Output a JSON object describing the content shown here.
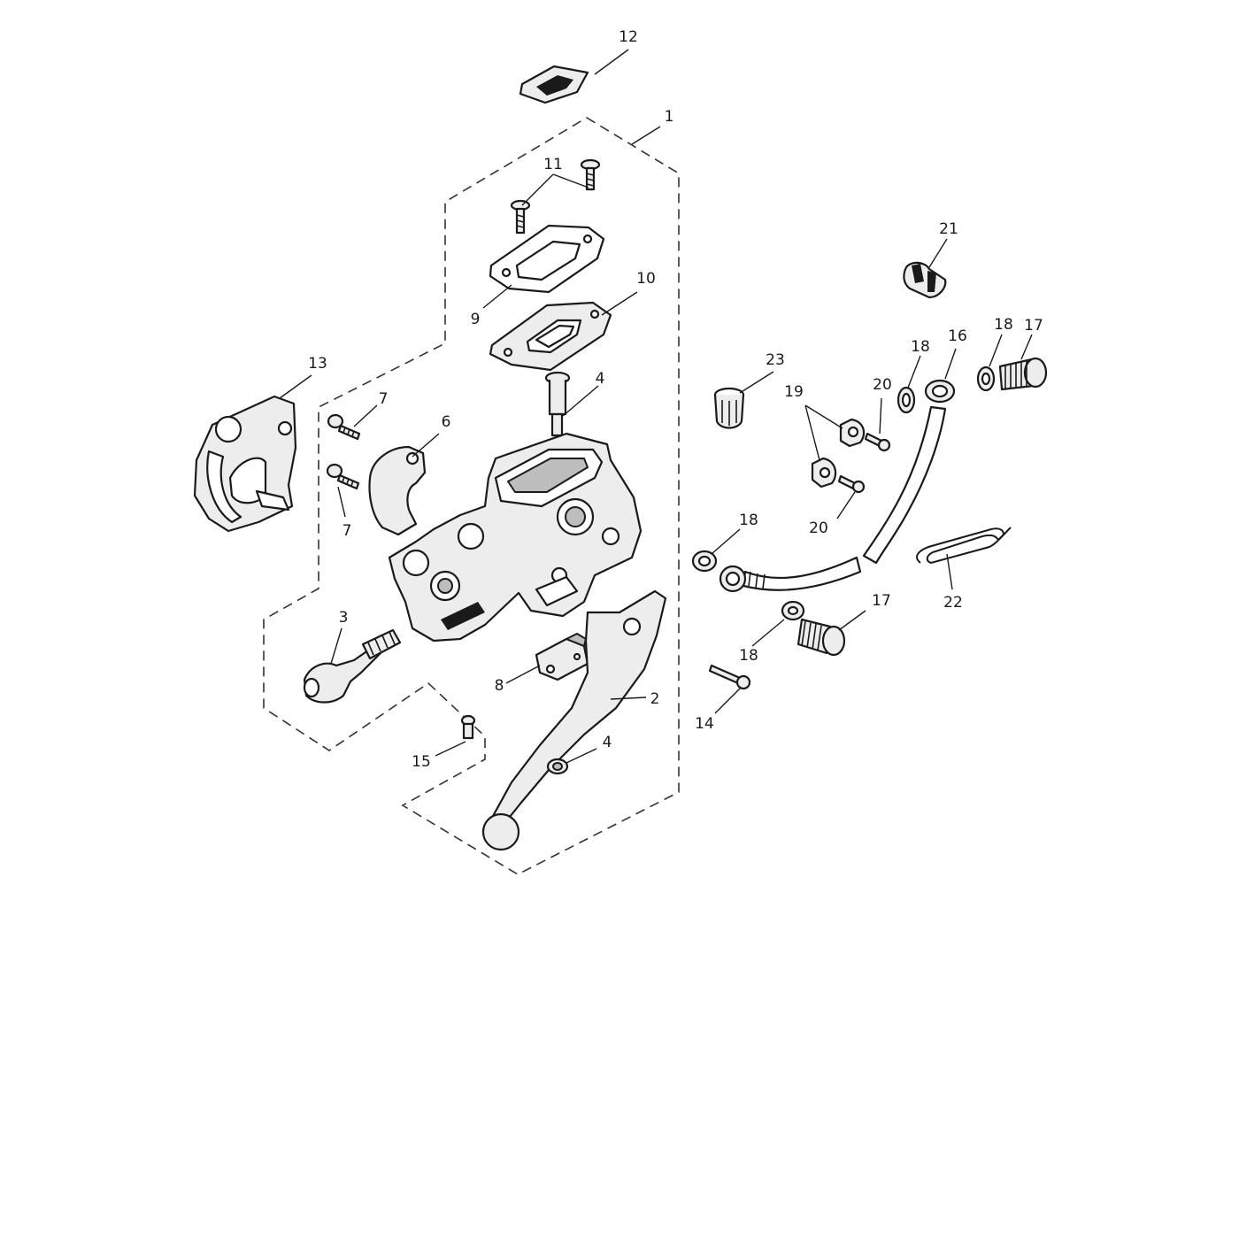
{
  "callouts": [
    {
      "id": "c1",
      "label": "1"
    },
    {
      "id": "c2",
      "label": "2"
    },
    {
      "id": "c3",
      "label": "3"
    },
    {
      "id": "c4a",
      "label": "4"
    },
    {
      "id": "c4b",
      "label": "4"
    },
    {
      "id": "c6",
      "label": "6"
    },
    {
      "id": "c7a",
      "label": "7"
    },
    {
      "id": "c7b",
      "label": "7"
    },
    {
      "id": "c8",
      "label": "8"
    },
    {
      "id": "c9",
      "label": "9"
    },
    {
      "id": "c10",
      "label": "10"
    },
    {
      "id": "c11",
      "label": "11"
    },
    {
      "id": "c12",
      "label": "12"
    },
    {
      "id": "c13",
      "label": "13"
    },
    {
      "id": "c14",
      "label": "14"
    },
    {
      "id": "c15",
      "label": "15"
    },
    {
      "id": "c16",
      "label": "16"
    },
    {
      "id": "c17a",
      "label": "17"
    },
    {
      "id": "c17b",
      "label": "17"
    },
    {
      "id": "c18a",
      "label": "18"
    },
    {
      "id": "c18b",
      "label": "18"
    },
    {
      "id": "c18c",
      "label": "18"
    },
    {
      "id": "c18d",
      "label": "18"
    },
    {
      "id": "c19",
      "label": "19"
    },
    {
      "id": "c20a",
      "label": "20"
    },
    {
      "id": "c20b",
      "label": "20"
    },
    {
      "id": "c21",
      "label": "21"
    },
    {
      "id": "c22",
      "label": "22"
    },
    {
      "id": "c23",
      "label": "23"
    }
  ]
}
